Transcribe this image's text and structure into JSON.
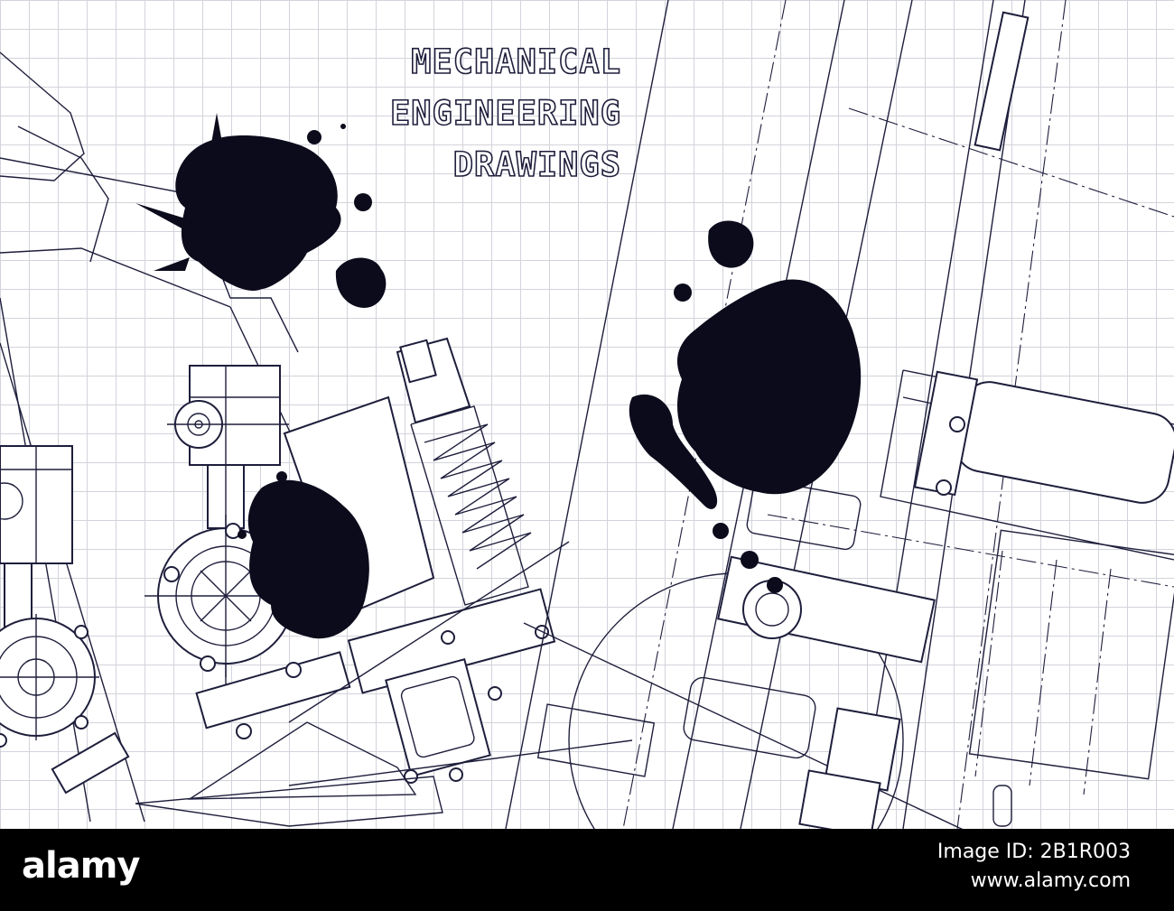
{
  "title": {
    "line1": "MECHANICAL",
    "line2": "ENGINEERING",
    "line3": "DRAWINGS"
  },
  "footer": {
    "brand": "alamy",
    "image_id_label": "Image ID: 2B1R003",
    "site": "www.alamy.com"
  },
  "colors": {
    "background": "#ffffff",
    "grid": "#d3d3dc",
    "line": "#1e1e3c",
    "ink": "#0b0b1c",
    "footer": "#000000"
  }
}
